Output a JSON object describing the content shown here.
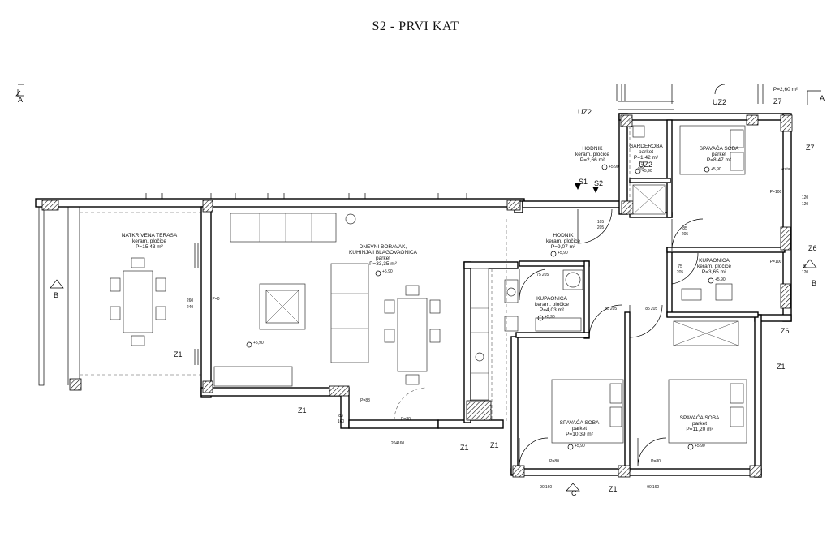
{
  "title": "S2 - PRVI KAT",
  "rooms": {
    "terrace": {
      "name": "NATKRIVENA TERASA",
      "floor": "keram. pločice",
      "area": "P=15,43 m²"
    },
    "living": {
      "name": "DNEVNI BORAVAK,",
      "name2": "KUHINJA I BLAGOVAONICA",
      "floor": "parket",
      "area": "P=33,35 m²"
    },
    "hallway1": {
      "name": "HODNIK",
      "floor": "keram. pločice",
      "area": "P=2,66 m²"
    },
    "wardrobe": {
      "name": "GARDEROBA",
      "floor": "parket",
      "area": "P=1,42 m²"
    },
    "bedroom1": {
      "name": "SPAVAĆA SOBA",
      "floor": "parket",
      "area": "P=8,47 m²"
    },
    "hallway2": {
      "name": "HODNIK",
      "floor": "keram. pločice",
      "area": "P=9,07 m²"
    },
    "bath1": {
      "name": "KUPAONICA",
      "floor": "keram. pločice",
      "area": "P=4,03 m²"
    },
    "bath2": {
      "name": "KUPAONICA",
      "floor": "keram. pločice",
      "area": "P=3,65 m²"
    },
    "bedroom2": {
      "name": "SPAVAĆA SOBA",
      "floor": "parket",
      "area": "P=10,39 m²"
    },
    "bedroom3": {
      "name": "SPAVAĆA SOBA",
      "floor": "parket",
      "area": "P=11,20 m²"
    },
    "top_right": {
      "area": "P=2,60 m²"
    }
  },
  "levels": {
    "level": "+5,90"
  },
  "markers": {
    "uz2": "UZ2",
    "s1": "S1",
    "s2": "S2",
    "z1": "Z1",
    "z6": "Z6",
    "z7": "Z7",
    "a": "A",
    "b": "B",
    "c": "C"
  },
  "dims": {
    "d75": "75",
    "d205": "205",
    "d105": "105",
    "d85": "85",
    "d80": "80",
    "d120": "120",
    "d100": "P=100",
    "d260": "260",
    "d240": "240",
    "d83": "83",
    "d160": "160",
    "d204": "204",
    "d90": "90",
    "p80": "P=80",
    "pp0": "P=0",
    "p83": "P=83",
    "vrata": "vrata"
  },
  "colors": {
    "wall": "#000000",
    "column": "#bfbfbf",
    "background": "#ffffff"
  }
}
